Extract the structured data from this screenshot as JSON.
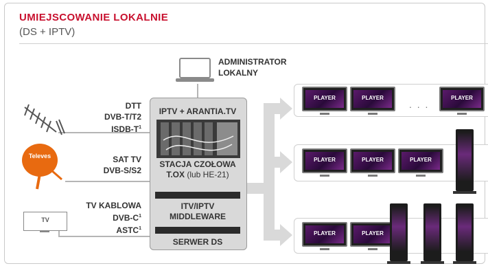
{
  "header": {
    "title": "UMIEJSCOWANIE LOKALNIE",
    "subtitle": "(DS + IPTV)"
  },
  "admin": {
    "line1": "ADMINISTRATOR",
    "line2": "LOKALNY"
  },
  "inputs": {
    "dtt": {
      "l1": "DTT",
      "l2": "DVB-T/T2",
      "l3": "ISDB-T",
      "l3_sup": "1"
    },
    "sat": {
      "l1": "SAT TV",
      "l2": "DVB-S/S2",
      "logo": "Televes"
    },
    "cable": {
      "l1": "TV KABLOWA",
      "l2": "DVB-C",
      "l2_sup": "1",
      "l3": "ASTC",
      "l3_sup": "1",
      "tv_label": "TV"
    }
  },
  "headend": {
    "top_label": "IPTV + ARANTIA.TV",
    "station_l1": "STACJA CZOŁOWA",
    "station_l2": "T.OX",
    "station_l2_suffix": "(lub HE-21)",
    "mw_l1": "ITV/IPTV",
    "mw_l2": "MIDDLEWARE",
    "ds_label": "SERWER DS"
  },
  "player_label": "PLAYER",
  "ellipsis": ". . .",
  "colors": {
    "accent": "#c8102e",
    "arrow": "#d6d6d6",
    "box": "#d9d9d9"
  }
}
